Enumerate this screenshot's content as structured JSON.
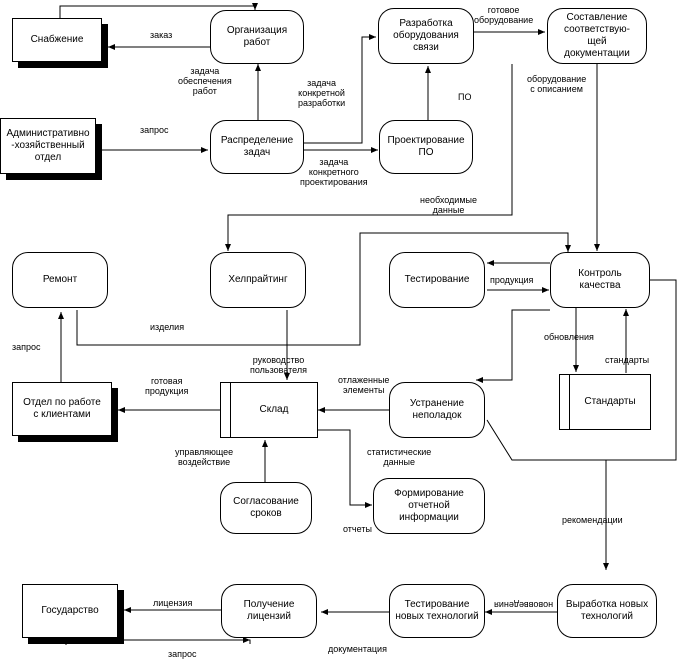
{
  "nodes": {
    "supply": "Снабжение",
    "org_work": "Организация\nработ",
    "equipment_dev": "Разработка\nоборудования\nсвязи",
    "docs": "Составление\nсоответствую-\nщей\nдокументации",
    "admin": "Административно\n-хозяйственный\nотдел",
    "distribution": "Распределение\nзадач",
    "sw_design": "Проектирование\nПО",
    "repair": "Ремонт",
    "helpwriting": "Хелпрайтинг",
    "testing": "Тестирование",
    "quality": "Контроль\nкачества",
    "client_dept": "Отдел по работе\nс клиентами",
    "warehouse": "Склад",
    "fix": "Устранение\nнеполадок",
    "standards": "Стандарты",
    "reporting": "Формирование\nотчетной\nинформации",
    "deadlines": "Согласование\nсроков",
    "state": "Государство",
    "licenses": "Получение\nлицензий",
    "new_tech_test": "Тестирование\nновых технологий",
    "new_tech_dev": "Выработка новых\nтехнологий"
  },
  "labels": {
    "order": "заказ",
    "supply_task": "задача\nобеспечения\nработ",
    "dev_task": "задача\nконкретной\nразработки",
    "finished_equipment": "готовое\nоборудование",
    "request_admin": "запрос",
    "po": "ПО",
    "equipment_desc": "оборудование\nс описанием",
    "design_task": "задача\nконкретного\nпроектирования",
    "needed_data": "необходимые\nданные",
    "products": "продукция",
    "items": "изделия",
    "updates": "обновления",
    "standards_flow": "стандарты",
    "request_repair": "запрос",
    "user_guide": "руководство\nпользователя",
    "finished_products": "готовая\nпродукция",
    "fixed_elements": "отлаженные\nэлементы",
    "control_action": "управляющее\nвоздействие",
    "stat_data": "статистические\nданные",
    "reports": "отчеты",
    "recommendations": "рекомендации",
    "license": "лицензия",
    "request_state": "запрос",
    "documentation": "документация",
    "innovation": "нововведения"
  }
}
